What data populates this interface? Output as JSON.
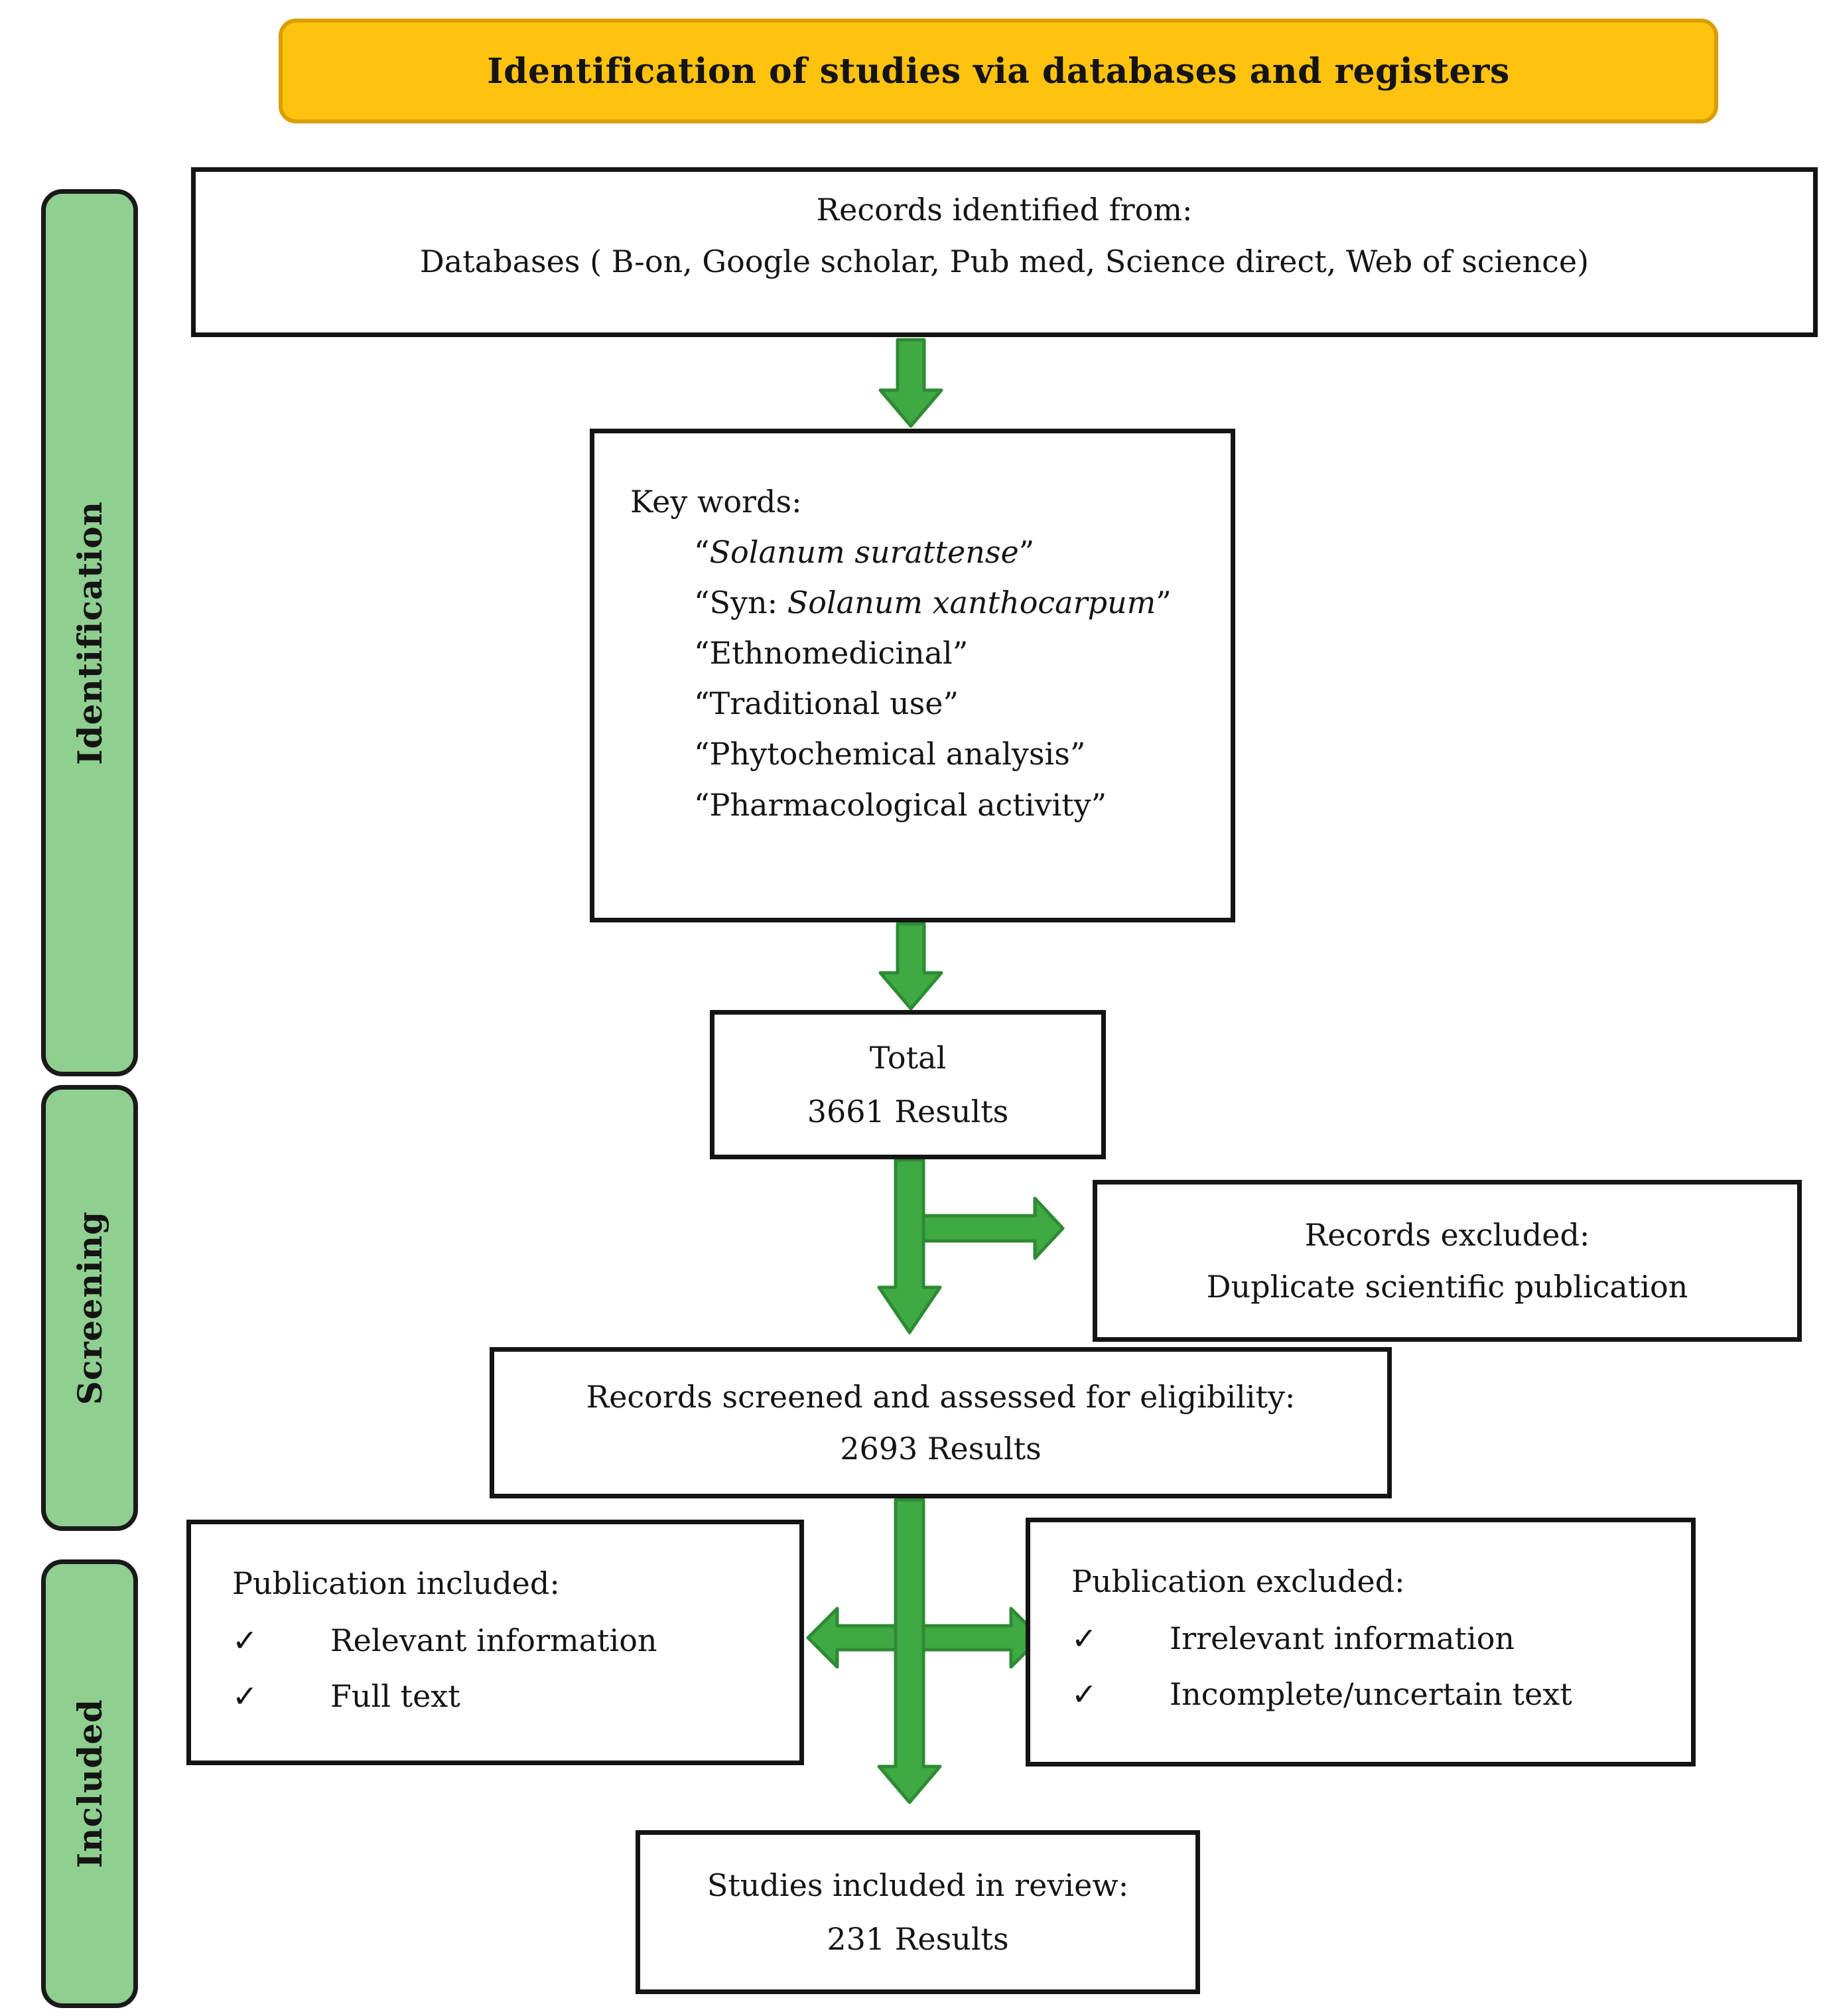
{
  "colors": {
    "header-fill": "#FFC20E",
    "header-border": "#D99E00",
    "stage-fill": "#8FCF90",
    "stage-border": "#1a1a1a",
    "box-fill": "#FFFFFF",
    "box-border": "#141414",
    "arrow-fill": "#3FA944",
    "arrow-stroke": "#2E8B33",
    "text": "#141414"
  },
  "header": {
    "title": "Identification of studies via databases and registers"
  },
  "stages": {
    "identification": "Identification",
    "screening": "Screening",
    "included": "Included"
  },
  "boxes": {
    "records_identified": {
      "line1": "Records identified from:",
      "line2": "Databases ( B-on, Google scholar, Pub med, Science direct, Web of science)"
    },
    "keywords": {
      "title": "Key words:",
      "items": [
        {
          "pre": "“",
          "italic": "Solanum surattense",
          "post": "”"
        },
        {
          "pre": "“Syn: ",
          "italic": "Solanum xanthocarpum",
          "post": "”"
        },
        {
          "pre": "“Ethnomedicinal”",
          "italic": "",
          "post": ""
        },
        {
          "pre": "“Traditional use”",
          "italic": "",
          "post": ""
        },
        {
          "pre": "“Phytochemical analysis”",
          "italic": "",
          "post": ""
        },
        {
          "pre": "“Pharmacological activity”",
          "italic": "",
          "post": ""
        }
      ]
    },
    "total": {
      "line1": "Total",
      "line2": "3661 Results"
    },
    "records_excluded": {
      "line1": "Records excluded:",
      "line2": "Duplicate scientific publication"
    },
    "records_screened": {
      "line1": "Records screened and assessed for eligibility:",
      "line2": "2693 Results"
    },
    "publication_included": {
      "title": "Publication included:",
      "check": "✓",
      "items": [
        "Relevant information",
        "Full text"
      ]
    },
    "publication_excluded": {
      "title": "Publication excluded:",
      "check": "✓",
      "items": [
        "Irrelevant information",
        "Incomplete/uncertain text"
      ]
    },
    "studies_included": {
      "line1": "Studies included in review:",
      "line2": "231 Results"
    }
  }
}
